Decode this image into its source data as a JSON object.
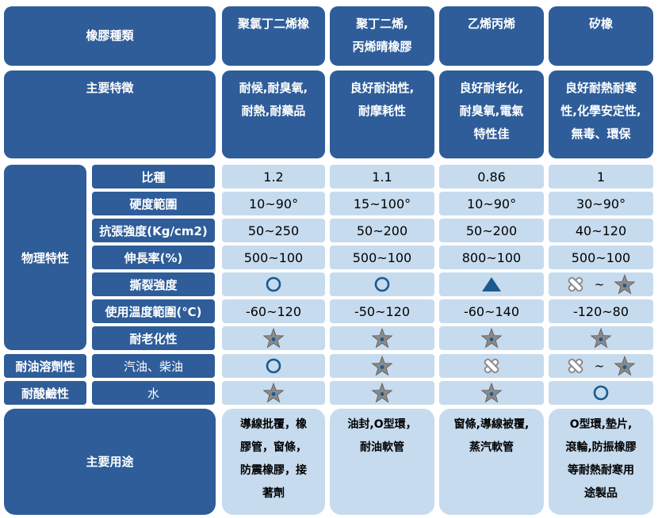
{
  "header": {
    "category_label": "橡膠種類",
    "types": [
      [
        "聚氯丁二烯橡"
      ],
      [
        "聚丁二烯,",
        "丙烯晴橡膠"
      ],
      [
        "乙烯丙烯"
      ],
      [
        "矽橡"
      ]
    ]
  },
  "features": {
    "label": "主要特徵",
    "values": [
      [
        "耐候,耐臭氧,",
        "耐熱,耐藥品"
      ],
      [
        "良好耐油性,",
        "耐摩耗性"
      ],
      [
        "良好耐老化,",
        "耐臭氧,電氣",
        "特性佳"
      ],
      [
        "良好耐熱耐寒",
        "性,化學安定性,",
        "無毒、環保"
      ]
    ]
  },
  "physical": {
    "label": "物理特性",
    "rows": [
      {
        "label": "比種",
        "values": [
          [
            "1.2"
          ],
          [
            "1.1"
          ],
          [
            "0.86"
          ],
          [
            "1"
          ]
        ]
      },
      {
        "label": "硬度範圍",
        "values": [
          [
            "10~90°"
          ],
          [
            "15~100°"
          ],
          [
            "10~90°"
          ],
          [
            "30~90°"
          ]
        ]
      },
      {
        "label": "抗張強度(Kg/cm2)",
        "values": [
          [
            "50~250"
          ],
          [
            "50~200"
          ],
          [
            "50~200"
          ],
          [
            "40~120"
          ]
        ]
      },
      {
        "label": "伸長率(%)",
        "values": [
          [
            "500~100"
          ],
          [
            "500~100"
          ],
          [
            "800~100"
          ],
          [
            "500~100"
          ]
        ]
      },
      {
        "label": "撕裂強度",
        "values": [
          [
            "circle"
          ],
          [
            "circle"
          ],
          [
            "triangle"
          ],
          [
            "cross",
            "~",
            "star"
          ]
        ]
      },
      {
        "label": "使用溫度範圍(℃)",
        "values": [
          [
            "-60~120"
          ],
          [
            "-50~120"
          ],
          [
            "-60~140"
          ],
          [
            "-120~80"
          ]
        ]
      },
      {
        "label": "耐老化性",
        "values": [
          [
            "star"
          ],
          [
            "star"
          ],
          [
            "star"
          ],
          [
            "star"
          ]
        ]
      }
    ]
  },
  "solvent": {
    "label": "耐油溶劑性",
    "sub_label": "汽油、柴油",
    "values": [
      [
        "circle"
      ],
      [
        "star"
      ],
      [
        "cross"
      ],
      [
        "cross",
        "~",
        "star"
      ]
    ]
  },
  "acid": {
    "label": "耐酸鹼性",
    "sub_label": "水",
    "values": [
      [
        "star"
      ],
      [
        "star"
      ],
      [
        "star"
      ],
      [
        "circle"
      ]
    ]
  },
  "uses": {
    "label": "主要用途",
    "values": [
      [
        "導線批覆，橡",
        "膠管，窗條，",
        "防震橡膠，接",
        "著劑"
      ],
      [
        "油封,O型環，",
        "耐油軟管"
      ],
      [
        "窗條,導線被覆,",
        "蒸汽軟管"
      ],
      [
        "O型環,墊片,",
        "滾輪,防振橡膠",
        "等耐熱耐寒用",
        "途製品"
      ]
    ]
  },
  "symbols": {
    "circle": "circle-icon",
    "triangle": "triangle-icon",
    "star": "star-icon",
    "cross": "cross-icon",
    "colors": {
      "header_bg": "#2e5d99",
      "cell_bg": "#c6dbee",
      "symbol_blue": "#1b5a8e",
      "star_grey": "#8a8a8a"
    }
  }
}
